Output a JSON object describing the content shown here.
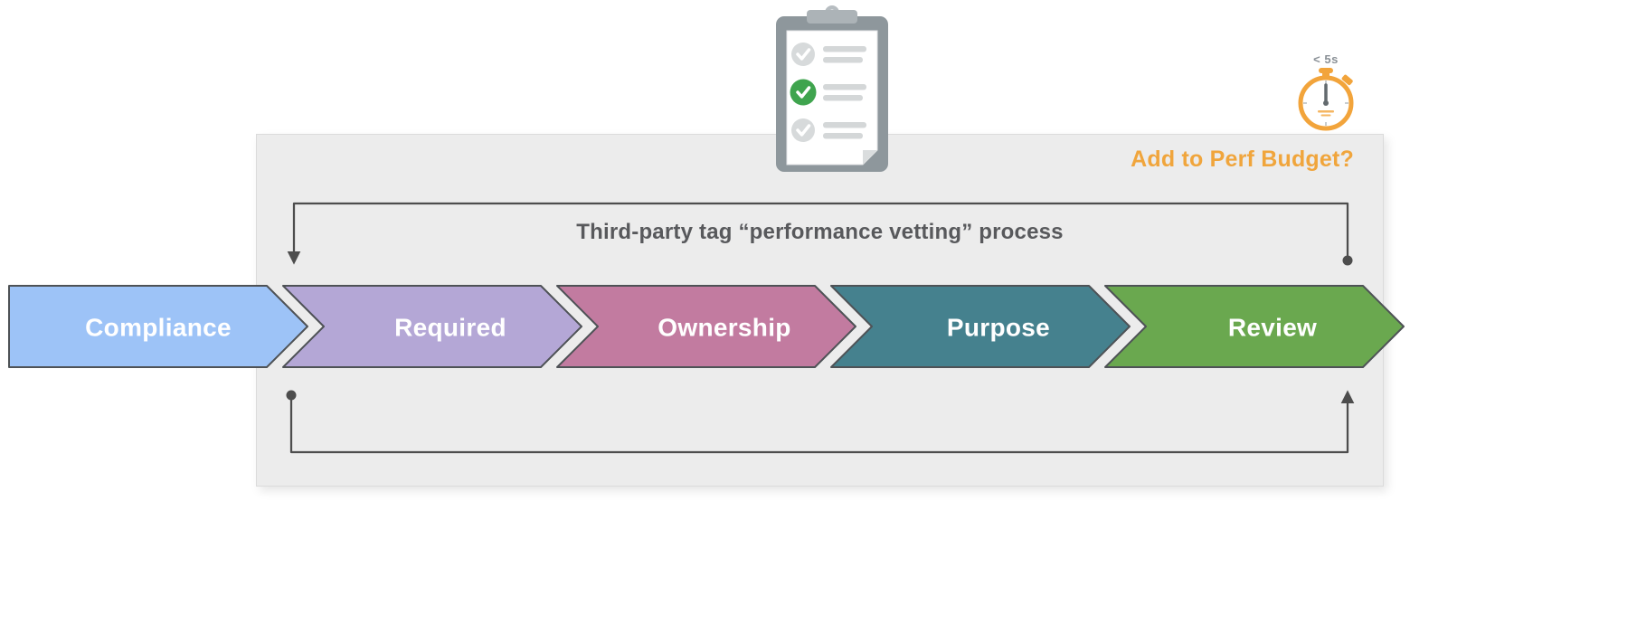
{
  "panel": {
    "title": "Third-party tag “performance vetting” process",
    "perf_budget_label": "Add to Perf Budget?"
  },
  "stopwatch": {
    "label": "< 5s"
  },
  "clipboard": {
    "items": [
      {
        "state": "pending"
      },
      {
        "state": "done"
      },
      {
        "state": "pending"
      }
    ]
  },
  "steps": [
    {
      "label": "Compliance",
      "fill": "#9DC3F7"
    },
    {
      "label": "Required",
      "fill": "#B4A7D6"
    },
    {
      "label": "Ownership",
      "fill": "#C27BA0"
    },
    {
      "label": "Purpose",
      "fill": "#45818E"
    },
    {
      "label": "Review",
      "fill": "#6AA84F"
    }
  ],
  "colors": {
    "step_stroke": "#4E5256",
    "arrow": "#4D4D4D",
    "panel_bg": "#ECECEC",
    "panel_border": "#DBDBDB",
    "title_text": "#58595C",
    "perf_budget_text": "#F0A53C",
    "stopwatch_ring": "#F2A43B",
    "check_done": "#3FA44E",
    "check_pending": "#D7DADB",
    "list_line": "#D4D7D8"
  }
}
